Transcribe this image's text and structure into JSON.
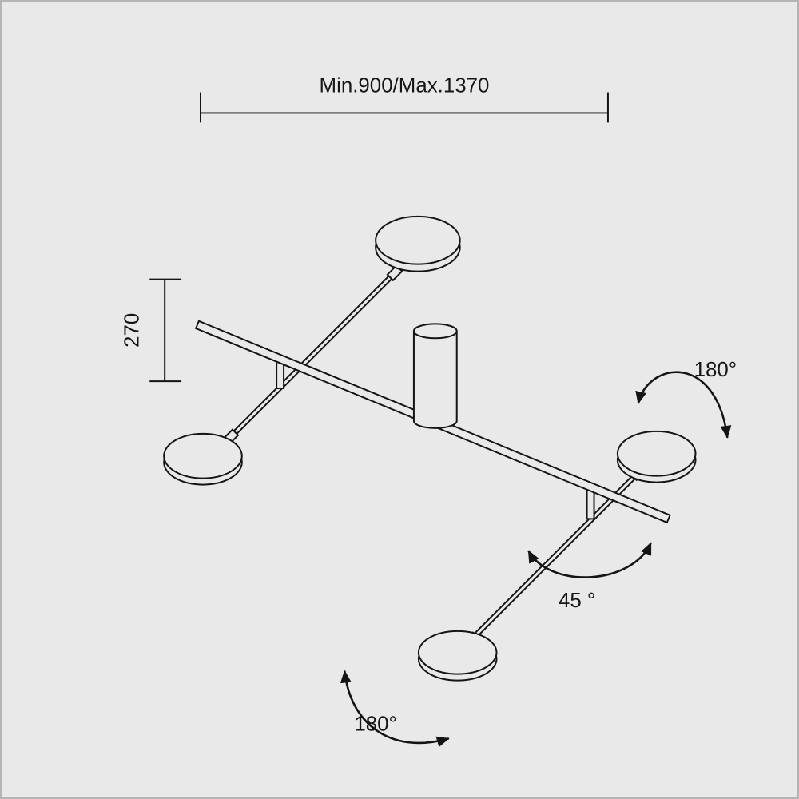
{
  "canvas": {
    "background": "#e9e9e9",
    "line_color": "#141414",
    "border_color": "#b4b4b4"
  },
  "dimension_labels": {
    "width": "Min.900/Max.1370",
    "height": "270"
  },
  "rotation_labels": {
    "top_right": "180°",
    "middle": "45 °",
    "bottom": "180°"
  }
}
